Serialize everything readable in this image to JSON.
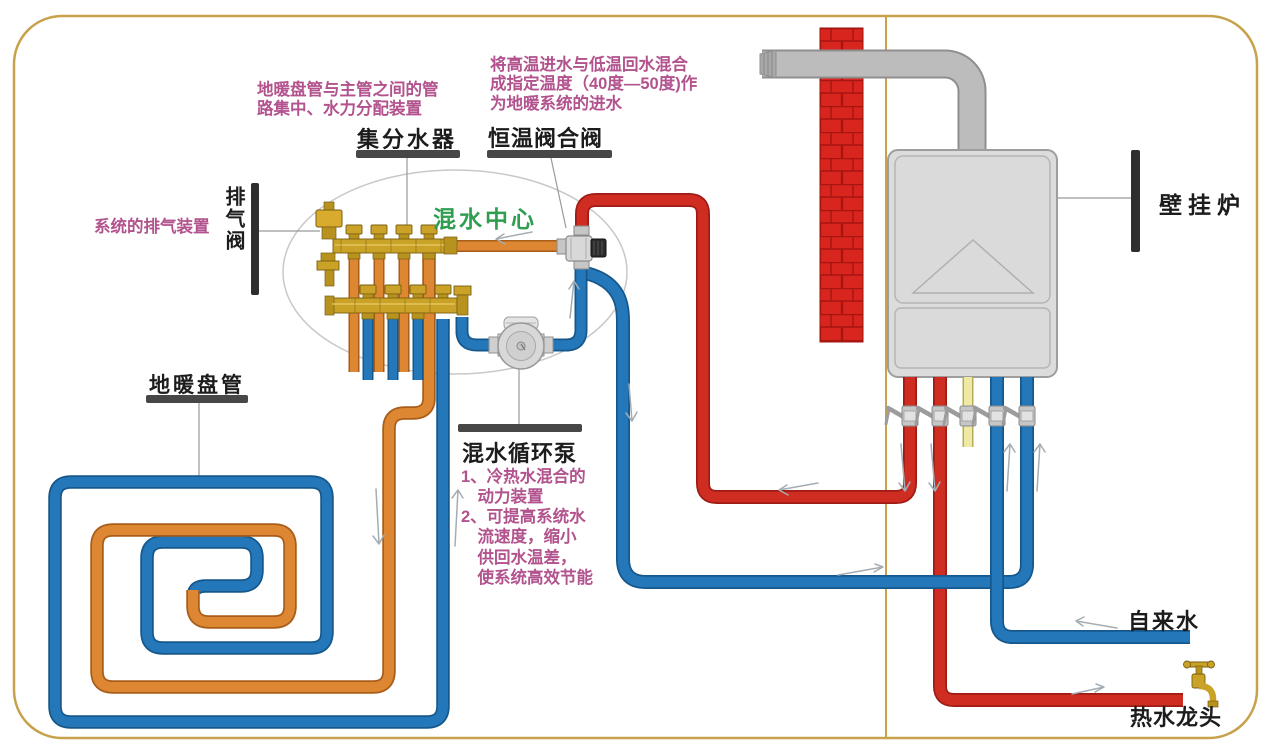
{
  "labels": {
    "manifold": "集分水器",
    "mixing_valve": "恒温阀合阀",
    "air_vent": "排气阀",
    "mixing_center": "混水中心",
    "floor_coil": "地暖盘管",
    "pump": "混水循环泵",
    "boiler": "壁挂炉",
    "tap_water": "自来水",
    "hot_faucet": "热水龙头"
  },
  "notes": {
    "manifold": "地暖盘管与主管之间的管\n路集中、水力分配装置",
    "mixing_valve": "将高温进水与低温回水混合\n成指定温度（40度—50度)作\n为地暖系统的进水",
    "air_vent": "系统的排气装置",
    "pump": "1、冷热水混合的\n　动力装置\n2、可提高系统水\n　流速度，缩小\n　供回水温差，\n　使系统高效节能"
  },
  "colors": {
    "hot": "#d02d22",
    "cold": "#2478ba",
    "mixed": "#dd8733",
    "gas": "#efe9a6",
    "brass": "#c9a227",
    "brick": "#d8251d",
    "border": "#c7a24b",
    "note": "#b2538e",
    "green": "#2f9e50",
    "flue": "#bcbcbc",
    "metal": "#d8d8d8",
    "bar": "#474747",
    "ink": "#1c1c1c"
  }
}
